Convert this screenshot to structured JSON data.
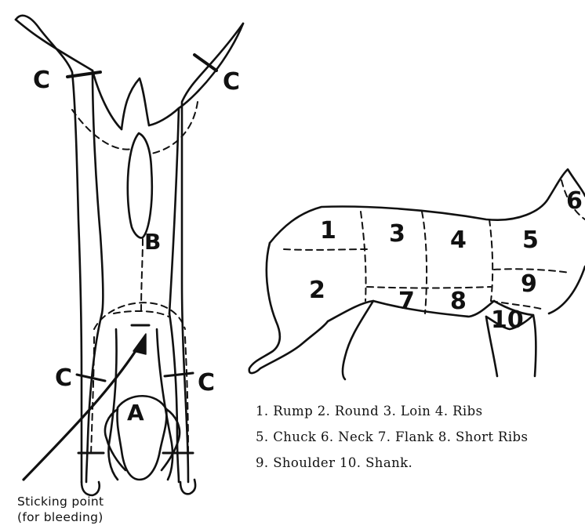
{
  "left_figure": {
    "cut_label": "C",
    "point_a": "A",
    "point_b": "B",
    "caption_line1": "Sticking point",
    "caption_line2": "(for bleeding)"
  },
  "right_figure": {
    "region_numbers": [
      "1",
      "2",
      "3",
      "4",
      "5",
      "6",
      "7",
      "8",
      "9",
      "10"
    ]
  },
  "legend": {
    "line1": "1. Rump 2. Round 3. Loin 4. Ribs",
    "line2": "5. Chuck 6. Neck 7. Flank 8. Short Ribs",
    "line3": "9. Shoulder 10. Shank."
  }
}
